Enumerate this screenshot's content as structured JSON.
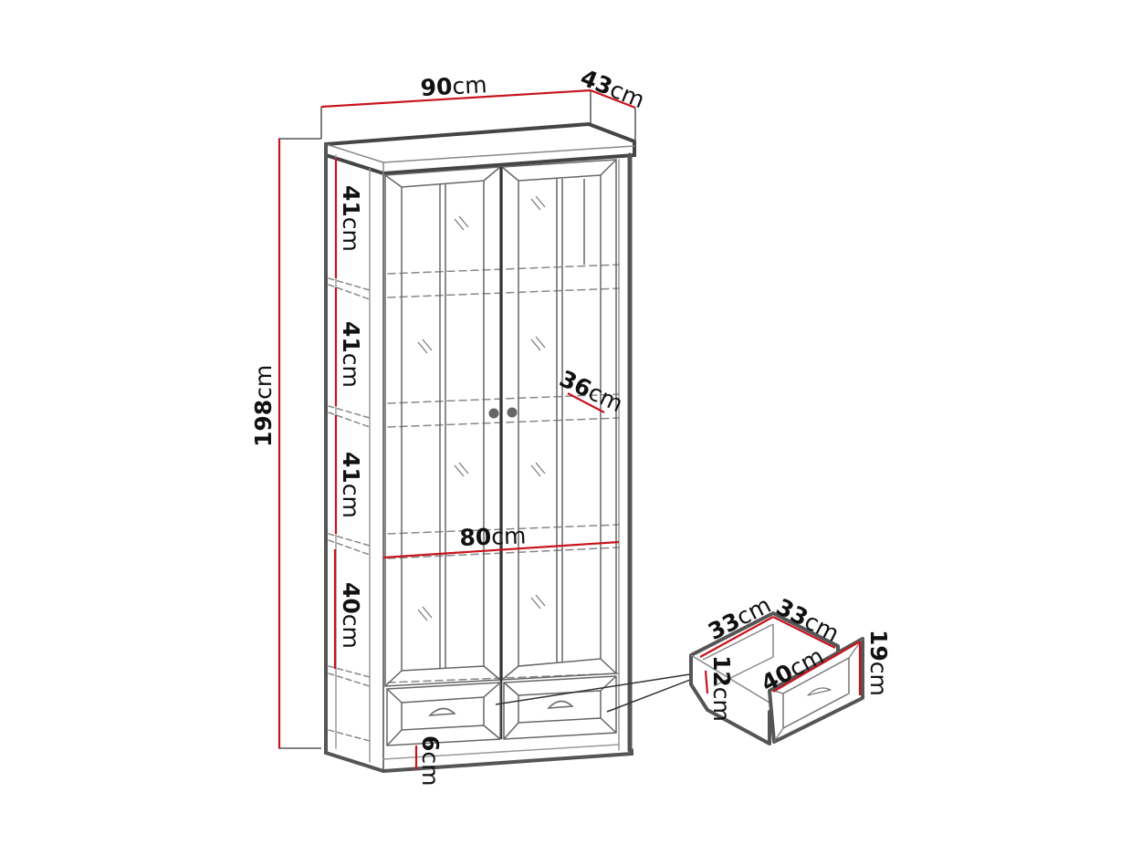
{
  "diagram": {
    "subject": "Two-door glass display cabinet with two drawers",
    "colors": {
      "outline": "#555555",
      "thin_line": "#888888",
      "dimension_line": "#c8141e",
      "text": "#111111",
      "background": "#ffffff"
    },
    "dimensions": {
      "width": {
        "value": "90",
        "unit": "cm"
      },
      "depth": {
        "value": "43",
        "unit": "cm"
      },
      "height": {
        "value": "198",
        "unit": "cm"
      },
      "shelf_1": {
        "value": "41",
        "unit": "cm"
      },
      "shelf_2": {
        "value": "41",
        "unit": "cm"
      },
      "shelf_3": {
        "value": "41",
        "unit": "cm"
      },
      "shelf_4": {
        "value": "40",
        "unit": "cm"
      },
      "interior_width": {
        "value": "80",
        "unit": "cm"
      },
      "shelf_depth": {
        "value": "36",
        "unit": "cm"
      },
      "plinth": {
        "value": "6",
        "unit": "cm"
      }
    },
    "drawer_detail": {
      "inner_width_left": {
        "value": "33",
        "unit": "cm"
      },
      "inner_depth": {
        "value": "33",
        "unit": "cm"
      },
      "front_width": {
        "value": "40",
        "unit": "cm"
      },
      "inner_height": {
        "value": "12",
        "unit": "cm"
      },
      "front_height": {
        "value": "19",
        "unit": "cm"
      }
    }
  }
}
